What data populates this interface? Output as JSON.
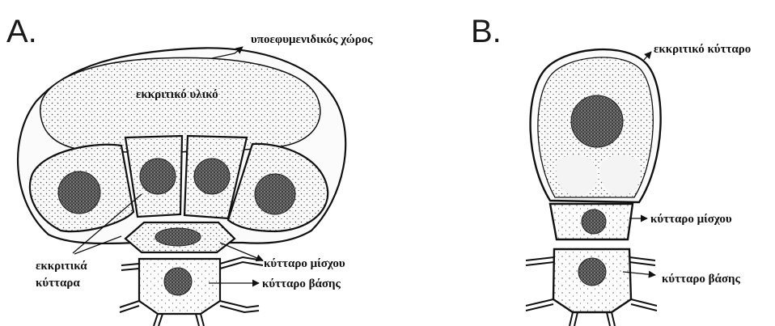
{
  "panels": {
    "a": {
      "letter": "A.",
      "labels": {
        "subcuticular_space": "υποεφυμενιδικός χώρος",
        "secretory_material": "εκκριτικό υλικό",
        "secretory_cells_1": "εκκριτικά",
        "secretory_cells_2": "κύτταρα",
        "stalk_cell": "κύτταρο μίσχου",
        "basal_cell": "κύτταρο βάσης"
      }
    },
    "b": {
      "letter": "B.",
      "labels": {
        "secretory_cell": "εκκριτικό κύτταρο",
        "stalk_cell": "κύτταρο μίσχου",
        "basal_cell": "κύτταρο βάσης"
      }
    }
  },
  "colors": {
    "ink": "#111111",
    "stipple": "#3a3a3a",
    "background": "#ffffff"
  }
}
